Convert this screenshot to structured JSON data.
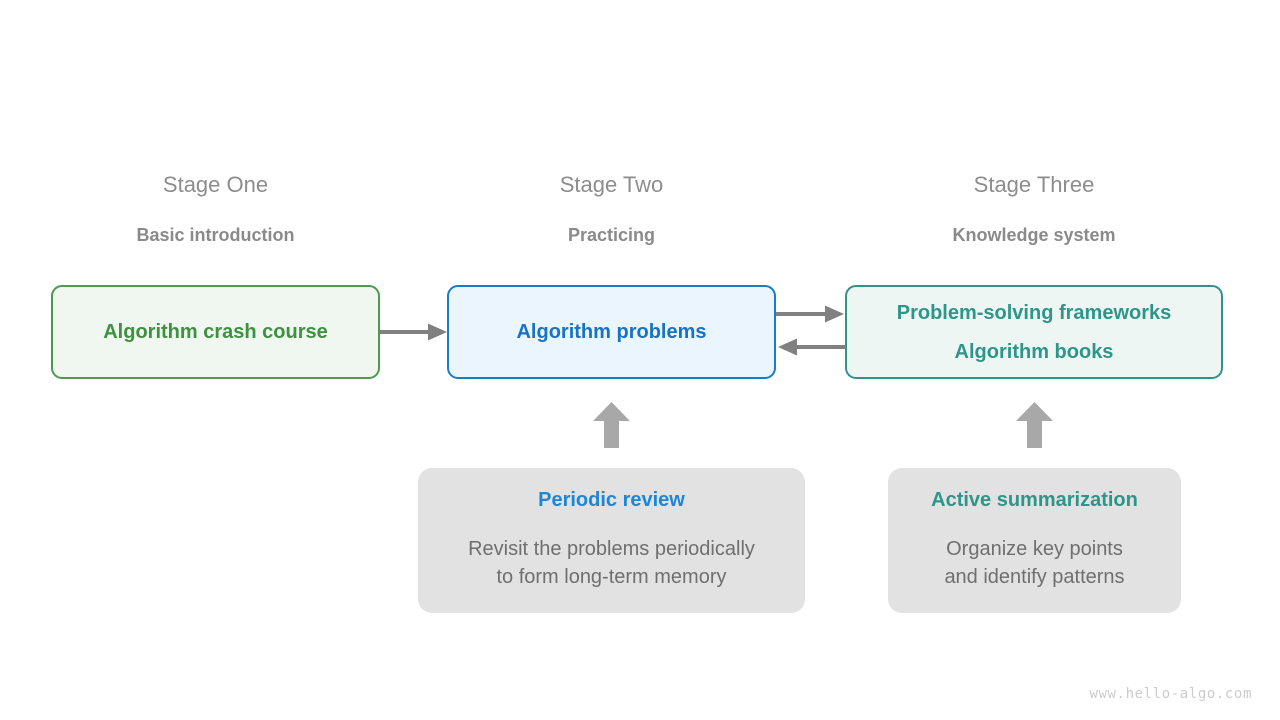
{
  "stages": [
    {
      "title": "Stage One",
      "subtitle": "Basic introduction",
      "box_lines": [
        "Algorithm crash course"
      ]
    },
    {
      "title": "Stage Two",
      "subtitle": "Practicing",
      "box_lines": [
        "Algorithm problems"
      ]
    },
    {
      "title": "Stage Three",
      "subtitle": "Knowledge system",
      "box_lines": [
        "Problem-solving frameworks",
        "Algorithm books"
      ]
    }
  ],
  "support": [
    {
      "title": "Periodic review",
      "body": "Revisit the problems periodically\nto form long-term memory"
    },
    {
      "title": "Active summarization",
      "body": "Organize key points\nand identify patterns"
    }
  ],
  "watermark": "www.hello-algo.com",
  "colors": {
    "green_border": "#4d9a4f",
    "green_text": "#3d9140",
    "green_fill": "#f0f7f0",
    "blue_border": "#1a7dc4",
    "blue_text": "#1773c4",
    "blue_fill": "#eaf5fd",
    "teal_border": "#349187",
    "teal_text": "#2d9688",
    "teal_fill": "#eef6f4",
    "support_fill": "#e2e2e2",
    "support_blue": "#1b87d6",
    "support_teal": "#2d9688",
    "arrow_gray": "#808080",
    "block_arrow_gray": "#a8a8a8",
    "header_gray": "#8d8d8d",
    "body_gray": "#6f6f6f",
    "watermark_gray": "#cccccc",
    "background": "#ffffff"
  }
}
